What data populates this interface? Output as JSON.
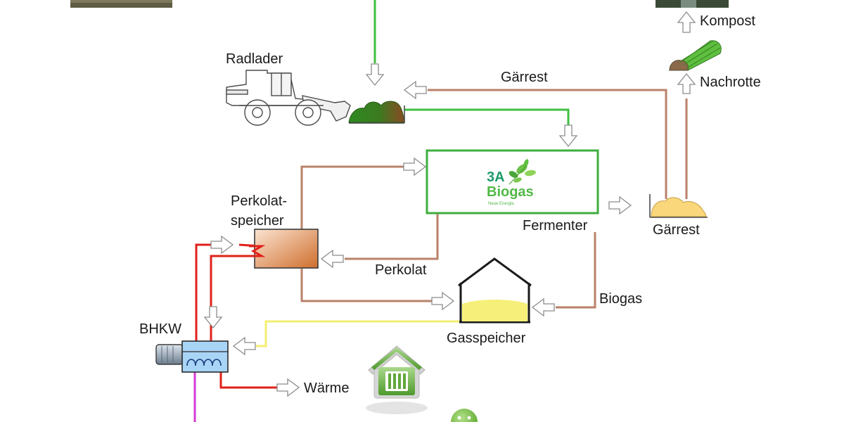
{
  "labels": {
    "radlader": "Radlader",
    "gaerrest_top": "Gärrest",
    "kompost": "Kompost",
    "nachrotte": "Nachrotte",
    "perkolatspeicher_1": "Perkolat-",
    "perkolatspeicher_2": "speicher",
    "fermenter": "Fermenter",
    "gaerrest_right": "Gärrest",
    "perkolat": "Perkolat",
    "biogas": "Biogas",
    "gasspeicher": "Gasspeicher",
    "bhkw": "BHKW",
    "waerme": "Wärme"
  },
  "logo": {
    "brand": "3A",
    "name": "Biogas",
    "tagline": "Neue Energie."
  },
  "icons": [
    "wheel-loader-icon",
    "compost-pile-icon",
    "leaf-logo-icon",
    "windrow-icon",
    "digestate-pile-icon",
    "heat-exchanger-icon",
    "gas-storage-house-icon",
    "chp-unit-icon",
    "house-heating-icon",
    "smiley-icon"
  ],
  "colors": {
    "digestate_flow": "#b9826a",
    "biomass_flow": "#3fbf3f",
    "heat_flow": "#e0201a",
    "gas_flow": "#f4ef70",
    "power_flow": "#d63ad6",
    "fermenter_border": "#3fae3f",
    "bhkw_fill": "#a8d4f6"
  }
}
